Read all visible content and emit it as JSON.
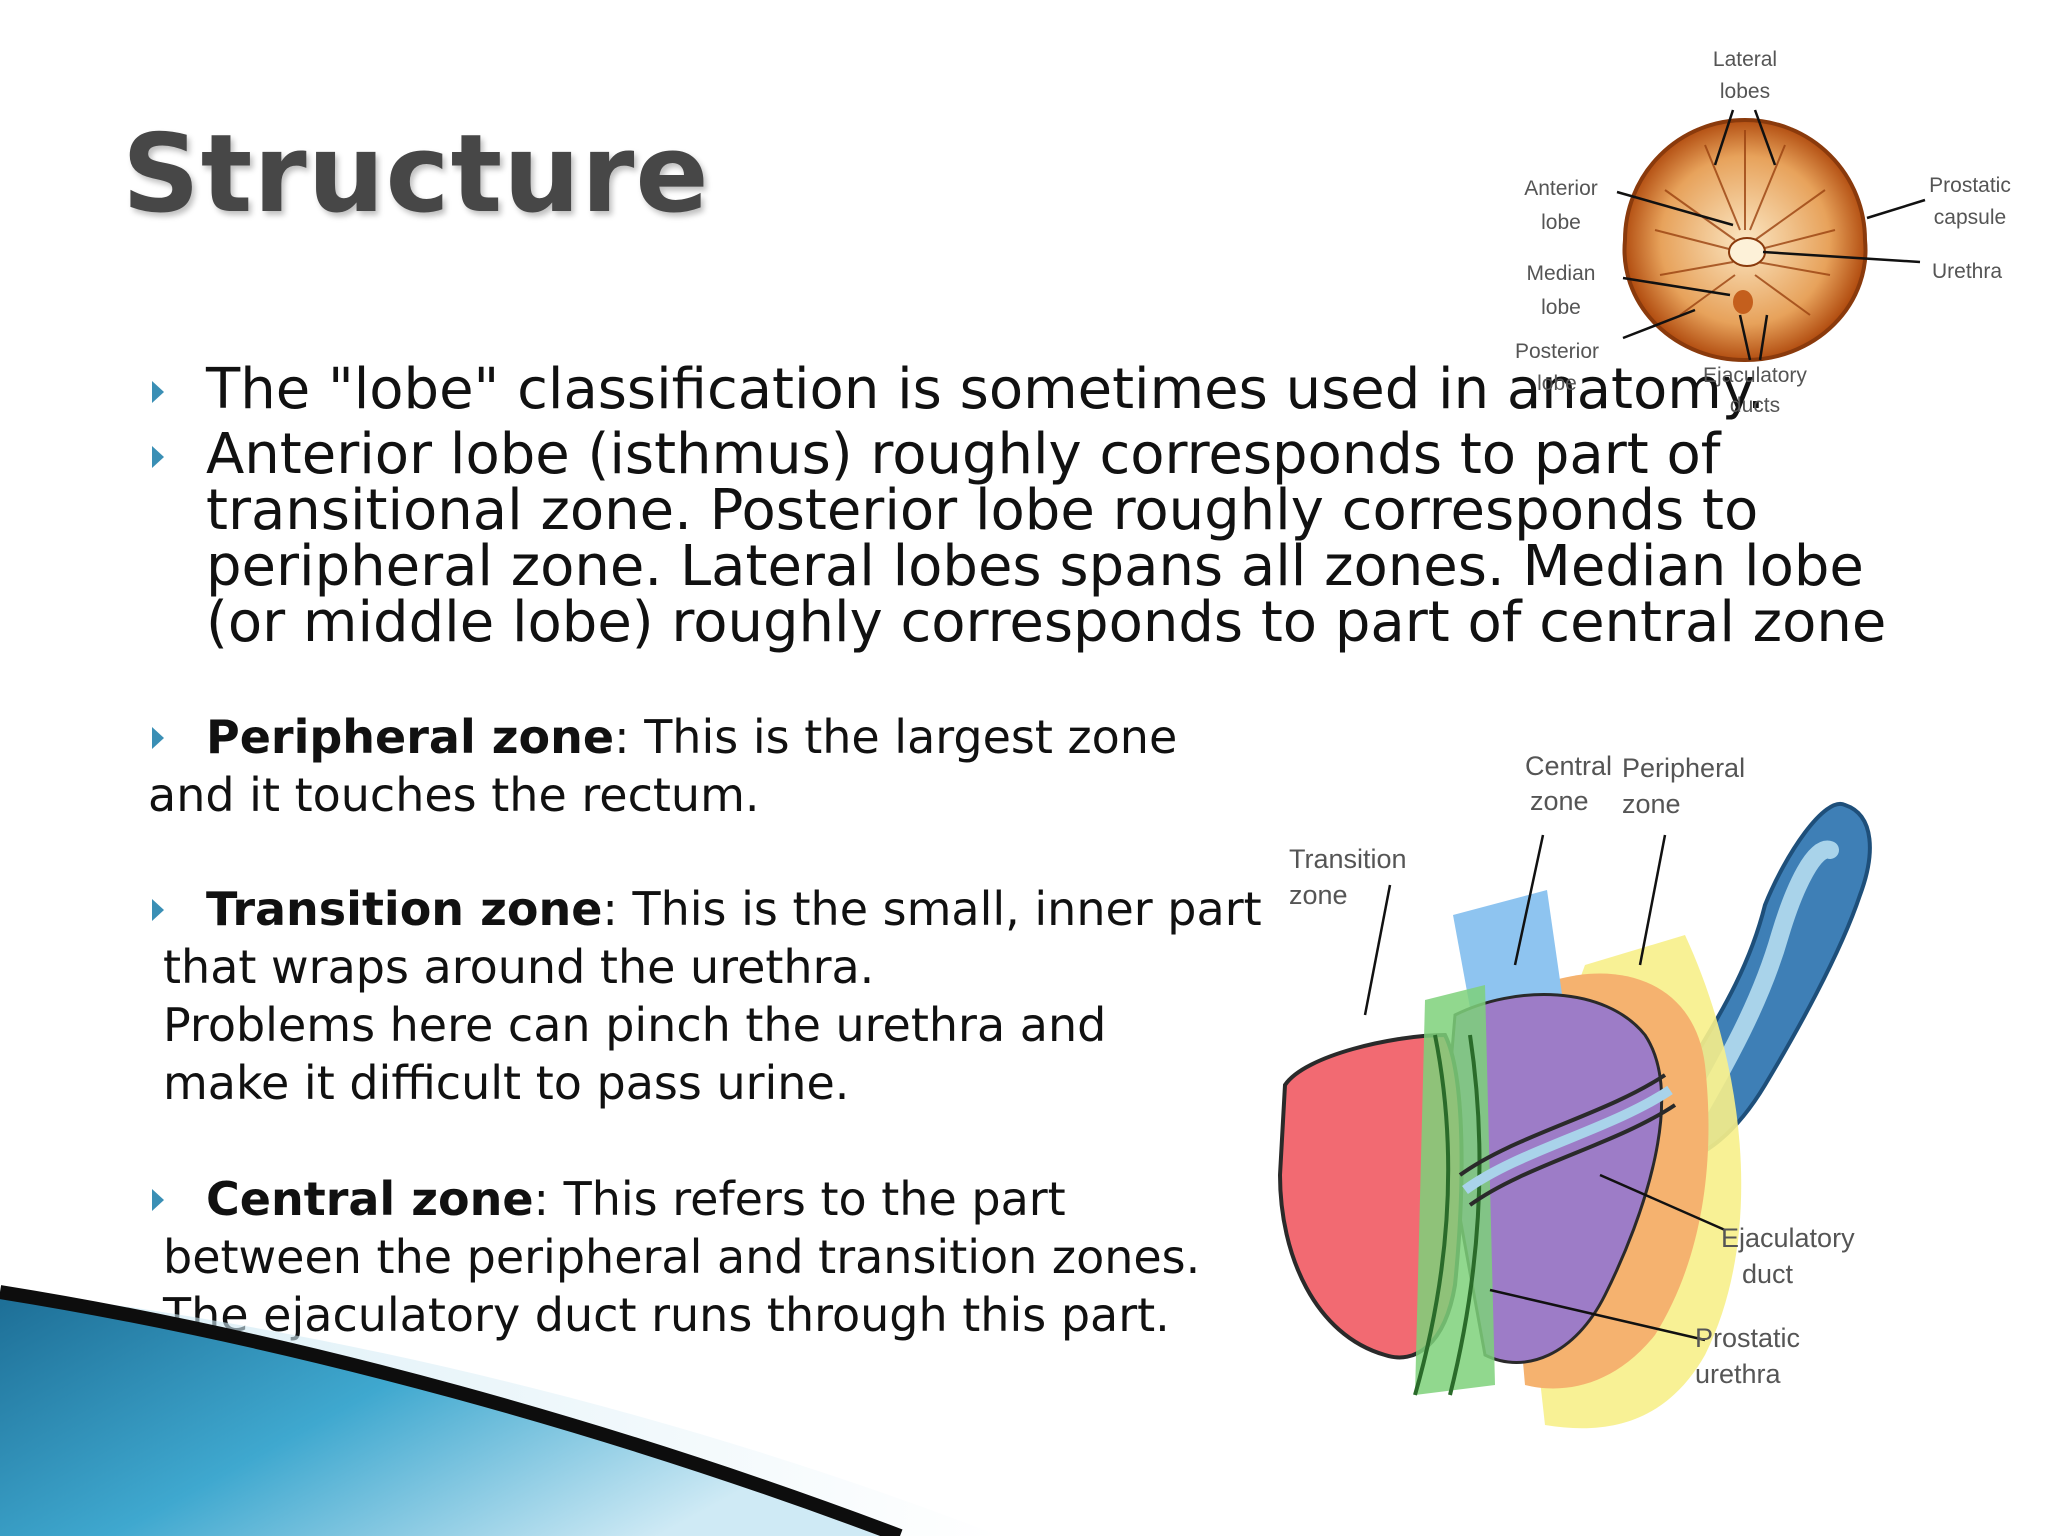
{
  "slide": {
    "title": "Structure",
    "bullets_top": [
      "The \"lobe\" classification is sometimes used in anatomy.",
      "Anterior lobe (isthmus) roughly corresponds to part of",
      "transitional zone. Posterior lobe roughly corresponds to",
      "peripheral zone. Lateral lobes spans all zones. Median lobe",
      "(or middle lobe) roughly corresponds to part of central zone"
    ],
    "zones": [
      {
        "term": "Peripheral zone",
        "lines": [
          ": This is the largest zone",
          "and  it touches the rectum."
        ]
      },
      {
        "term": "Transition zone",
        "lines": [
          ": This is the small, inner part",
          "that wraps around the urethra.",
          "Problems here can pinch the urethra and",
          "make it difficult to pass urine."
        ]
      },
      {
        "term": "Central zone",
        "lines": [
          ": This refers to the part",
          "between the peripheral and transition zones.",
          "The ejaculatory duct runs through this part."
        ]
      }
    ]
  },
  "lobe_diagram": {
    "labels": {
      "lateral_1": "Lateral",
      "lateral_2": "lobes",
      "anterior_1": "Anterior",
      "anterior_2": "lobe",
      "median_1": "Median",
      "median_2": "lobe",
      "posterior_1": "Posterior",
      "posterior_2": "lobe",
      "capsule_1": "Prostatic",
      "capsule_2": "capsule",
      "urethra": "Urethra",
      "ejac_1": "Ejaculatory",
      "ejac_2": "ducts"
    }
  },
  "zone_diagram": {
    "labels": {
      "central_1": "Central",
      "central_2": "zone",
      "peripheral_1": "Peripheral",
      "peripheral_2": "zone",
      "transition_1": "Transition",
      "transition_2": "zone",
      "ejac_1": "Ejaculatory",
      "ejac_2": "duct",
      "urethra_1": "Prostatic",
      "urethra_2": "urethra"
    },
    "colors": {
      "peripheral": "#f26a72",
      "central": "#9d7cc7",
      "transition": "#7ed17a",
      "yellow": "#f7f08a",
      "orange": "#f5b26f",
      "blue": "#8ec4f0",
      "vesicle": "#3e7fb6"
    }
  },
  "theme": {
    "accent": "#3a8fb5",
    "title_color": "#474747"
  }
}
